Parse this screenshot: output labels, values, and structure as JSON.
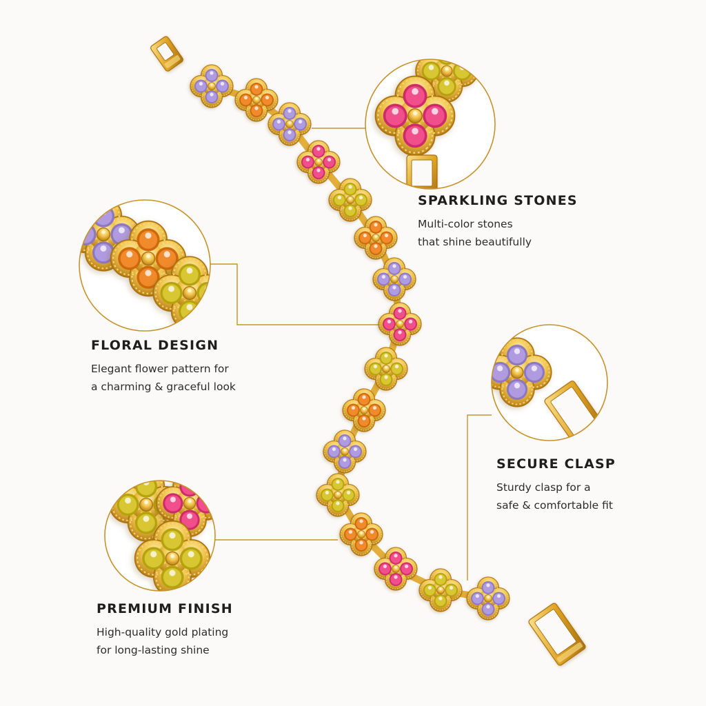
{
  "features": [
    {
      "title": "SPARKLING STONES",
      "lines": [
        "Multi-color stones",
        "that shine beautifully"
      ]
    },
    {
      "title": "FLORAL DESIGN",
      "lines": [
        "Elegant flower pattern for",
        "a charming & graceful look"
      ]
    },
    {
      "title": "SECURE CLASP",
      "lines": [
        "Sturdy clasp for a",
        "safe & comfortable fit"
      ]
    },
    {
      "title": "PREMIUM FINISH",
      "lines": [
        "High-quality gold plating",
        "for long-lasting shine"
      ]
    }
  ],
  "colors": {
    "background": "#fbfaf8",
    "gold": "#e0a526",
    "gold_light": "#f6d77a",
    "gold_dark": "#a8700f",
    "leader_line": "#c6922c",
    "stone_purple": "#b09be0",
    "stone_orange": "#f08a2c",
    "stone_pink": "#f04f8c",
    "stone_yellow": "#d8c632"
  },
  "links": [
    {
      "stone": "purple"
    },
    {
      "stone": "orange"
    },
    {
      "stone": "purple"
    },
    {
      "stone": "pink"
    },
    {
      "stone": "yellow"
    },
    {
      "stone": "orange"
    },
    {
      "stone": "purple"
    },
    {
      "stone": "pink"
    },
    {
      "stone": "yellow"
    },
    {
      "stone": "orange"
    },
    {
      "stone": "purple"
    },
    {
      "stone": "yellow"
    },
    {
      "stone": "orange"
    },
    {
      "stone": "pink"
    },
    {
      "stone": "yellow"
    },
    {
      "stone": "purple"
    }
  ],
  "callouts": [
    {
      "name": "sparkling-stones-zoom",
      "stones": [
        "pink"
      ],
      "extra": [
        "yellow"
      ],
      "clasp": true
    },
    {
      "name": "floral-design-zoom",
      "stones": [
        "purple",
        "orange",
        "yellow"
      ]
    },
    {
      "name": "secure-clasp-zoom",
      "stones": [
        "purple"
      ],
      "clasp": true
    },
    {
      "name": "premium-finish-zoom",
      "stones": [
        "yellow",
        "pink",
        "yellow"
      ]
    }
  ]
}
